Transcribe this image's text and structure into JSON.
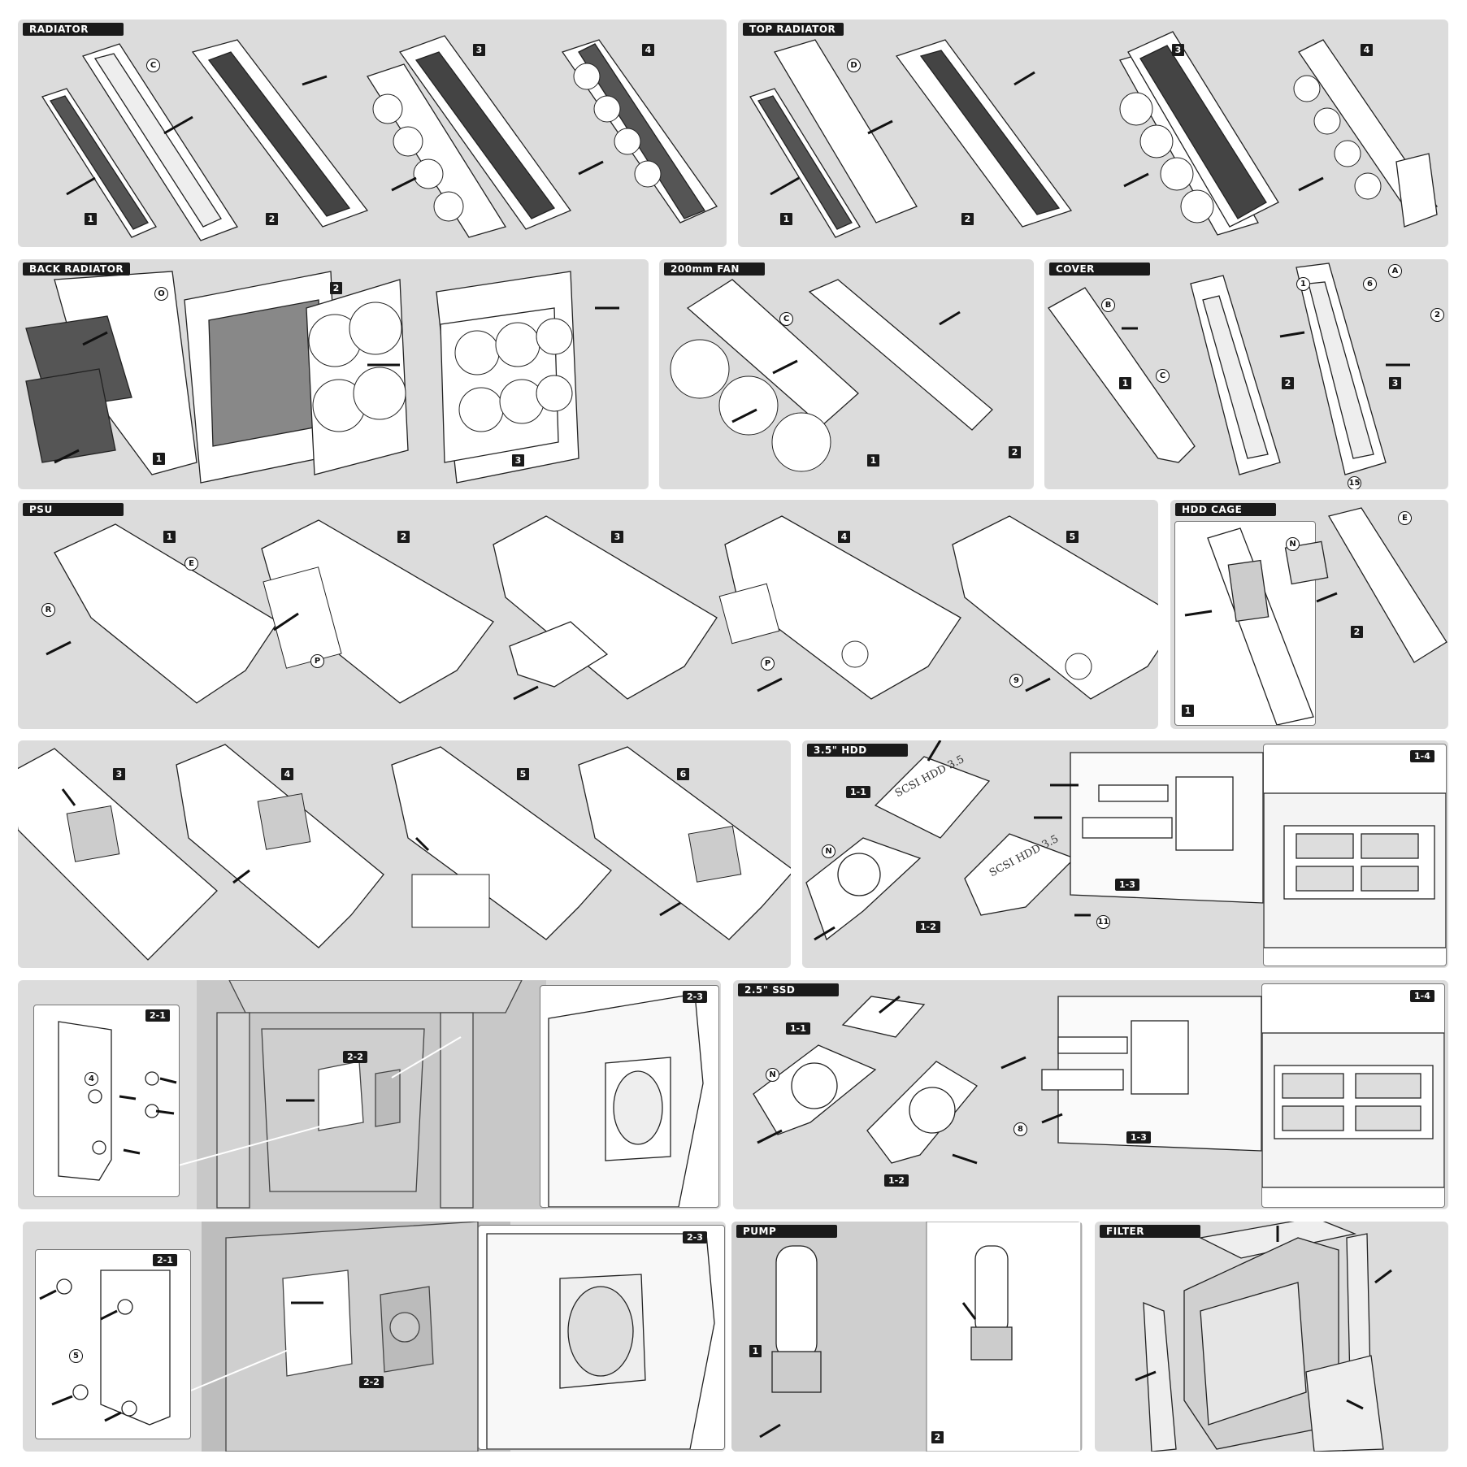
{
  "sections": {
    "radiator": {
      "title": "RADIATOR",
      "steps": [
        "1",
        "2",
        "3",
        "4"
      ],
      "callouts": [
        "C"
      ]
    },
    "top_radiator": {
      "title": "TOP RADIATOR",
      "steps": [
        "1",
        "2",
        "3",
        "4"
      ],
      "callouts": [
        "D"
      ]
    },
    "back_radiator": {
      "title": "BACK RADIATOR",
      "steps": [
        "1",
        "2",
        "3"
      ],
      "callouts": [
        "O"
      ]
    },
    "fan_200mm": {
      "title": "200mm FAN",
      "steps": [
        "1",
        "2"
      ],
      "callouts": [
        "C"
      ]
    },
    "cover": {
      "title": "COVER",
      "steps": [
        "1",
        "2",
        "3"
      ],
      "callouts": [
        "B",
        "C",
        "1",
        "2",
        "6",
        "A",
        "15"
      ]
    },
    "psu": {
      "title": "PSU",
      "steps": [
        "1",
        "2",
        "3",
        "4",
        "5"
      ],
      "callouts": [
        "E",
        "R",
        "P",
        "P",
        "9"
      ]
    },
    "hdd_cage": {
      "title": "HDD CAGE",
      "steps": [
        "1",
        "2"
      ],
      "callouts": [
        "N",
        "E"
      ]
    },
    "hdd_cage_cont": {
      "steps": [
        "3",
        "4",
        "5",
        "6"
      ]
    },
    "hdd_35": {
      "title": "3.5\" HDD",
      "steps": [
        "1-1",
        "1-2",
        "1-3",
        "1-4"
      ],
      "callouts": [
        "N",
        "11"
      ],
      "drive_label": "SCSI HDD 3.5"
    },
    "hdd_mount_a": {
      "steps": [
        "2-1",
        "2-2",
        "2-3"
      ],
      "callouts": [
        "4"
      ]
    },
    "ssd_25": {
      "title": "2.5\" SSD",
      "steps": [
        "1-1",
        "1-2",
        "1-3",
        "1-4"
      ],
      "callouts": [
        "N",
        "8"
      ]
    },
    "hdd_mount_b": {
      "steps": [
        "2-1",
        "2-2",
        "2-3"
      ],
      "callouts": [
        "5"
      ]
    },
    "pump": {
      "title": "PUMP",
      "steps": [
        "1",
        "2"
      ]
    },
    "filter": {
      "title": "FILTER"
    }
  }
}
